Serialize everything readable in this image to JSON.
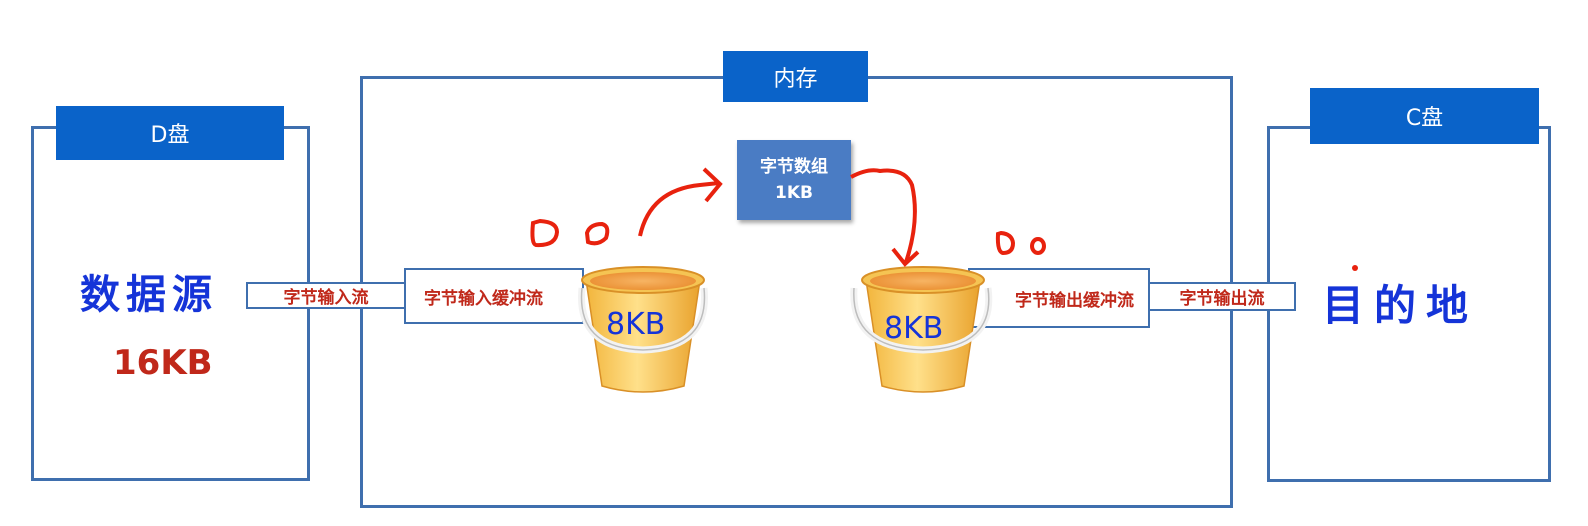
{
  "d_disk": {
    "title": "D盘",
    "source_label": "数据源",
    "size": "16KB"
  },
  "memory": {
    "title": "内存",
    "byte_array_line1": "字节数组",
    "byte_array_line2": "1KB",
    "input_buffer_bucket": "8KB",
    "output_buffer_bucket": "8KB"
  },
  "c_disk": {
    "title": "C盘",
    "dest_label": "目的地"
  },
  "streams": {
    "byte_input": "字节输入流",
    "buffered_input": "字节输入缓冲流",
    "buffered_output": "字节输出缓冲流",
    "byte_output": "字节输出流"
  },
  "colors": {
    "frame": "#3f6fae",
    "header": "#0a63c9",
    "stream_text": "#c0281a",
    "annotation_blue": "#1534d8",
    "annotation_red": "#e8220e"
  }
}
